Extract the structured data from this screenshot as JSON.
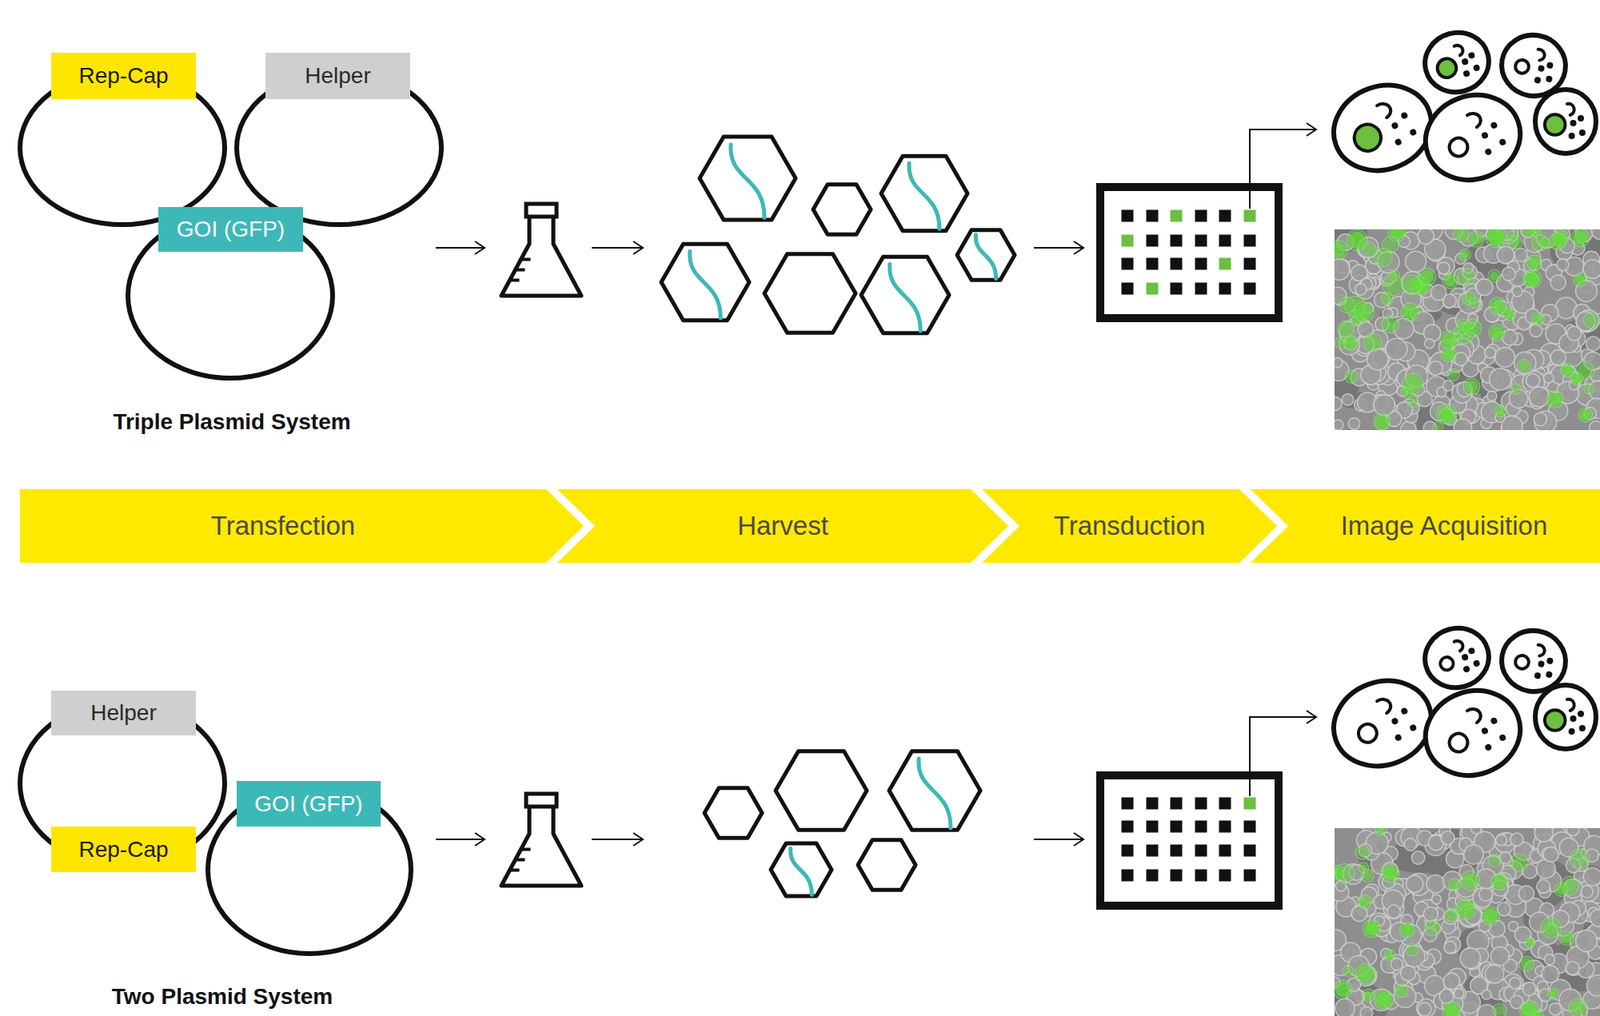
{
  "diagram": {
    "nodes": [
      {
        "text": [
          "Rep-Cap"
        ]
      },
      {
        "text": [
          "Helper"
        ]
      },
      {
        "text": [
          "GOI (GFP)"
        ]
      },
      {
        "text": [
          "Transfection"
        ]
      },
      {
        "text": [
          "Harvest"
        ]
      },
      {
        "text": [
          "Transduction"
        ]
      },
      {
        "text": [
          "Image Acquisition"
        ]
      },
      {
        "text": [
          "Helper"
        ]
      },
      {
        "text": [
          "Rep-Cap"
        ]
      },
      {
        "text": [
          "GOI (GFP)"
        ]
      }
    ],
    "labels": [
      "Triple Plasmid System",
      "Two Plasmid System"
    ]
  }
}
